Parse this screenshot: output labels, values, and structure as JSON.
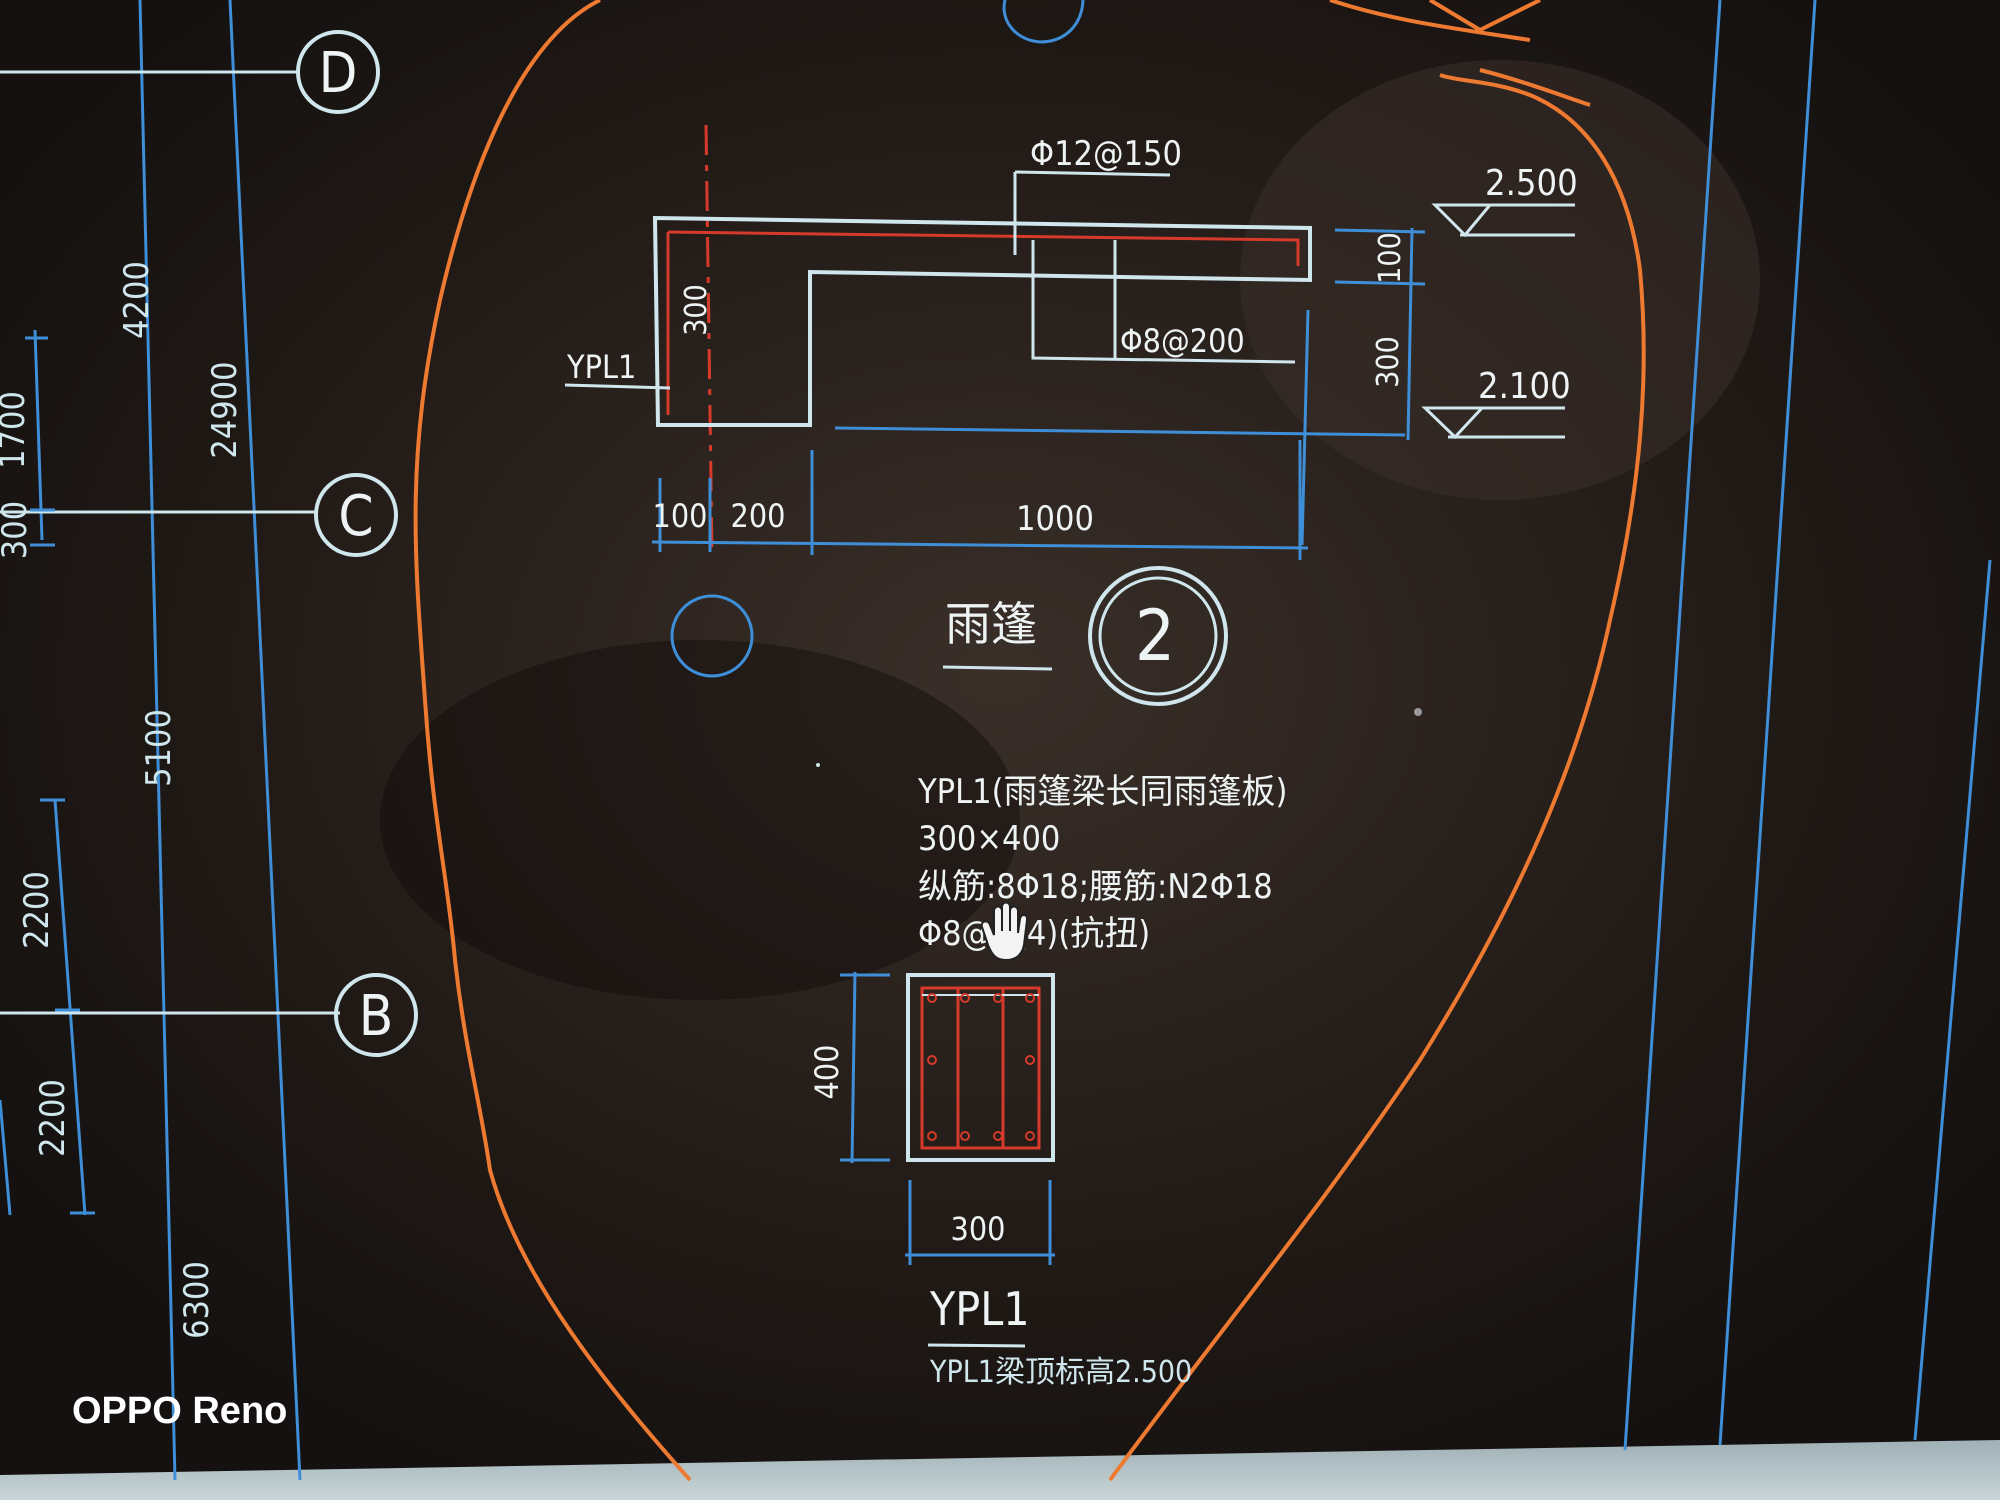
{
  "grid_axes": {
    "d": "D",
    "c": "C",
    "b": "B"
  },
  "left_dimensions": {
    "d4200": "4200",
    "d24900": "24900",
    "d1700": "1700",
    "d300": "300",
    "d5100": "5100",
    "d2200a": "2200",
    "d2200b": "2200",
    "d6300": "6300"
  },
  "section_detail": {
    "rebar_top": "Φ12@150",
    "rebar_bottom": "Φ8@200",
    "elev_top": "2.500",
    "elev_bottom": "2.100",
    "dim_100_right": "100",
    "dim_300_right": "300",
    "dim_300_left": "300",
    "beam_tag": "YPL1",
    "dim_100": "100",
    "dim_200": "200",
    "dim_1000": "1000",
    "title": "雨篷",
    "number": "2"
  },
  "beam_note": {
    "line1": "YPL1(雨篷梁长同雨篷板)",
    "line2": "300×400",
    "line3": "纵筋:8Φ18;腰筋:N2Φ18",
    "line4": "Φ8@",
    "line4_tail": "(4)(抗扭)"
  },
  "beam_section": {
    "dim_height": "400",
    "dim_width": "300",
    "name": "YPL1",
    "note": "YPL1梁顶标高2.500"
  },
  "watermark": "OPPO Reno",
  "colors": {
    "cyan": "#cfe6ec",
    "blue": "#3f8ed8",
    "orange": "#ee7a32",
    "red": "#d63a2a",
    "white": "#eef3f4"
  }
}
